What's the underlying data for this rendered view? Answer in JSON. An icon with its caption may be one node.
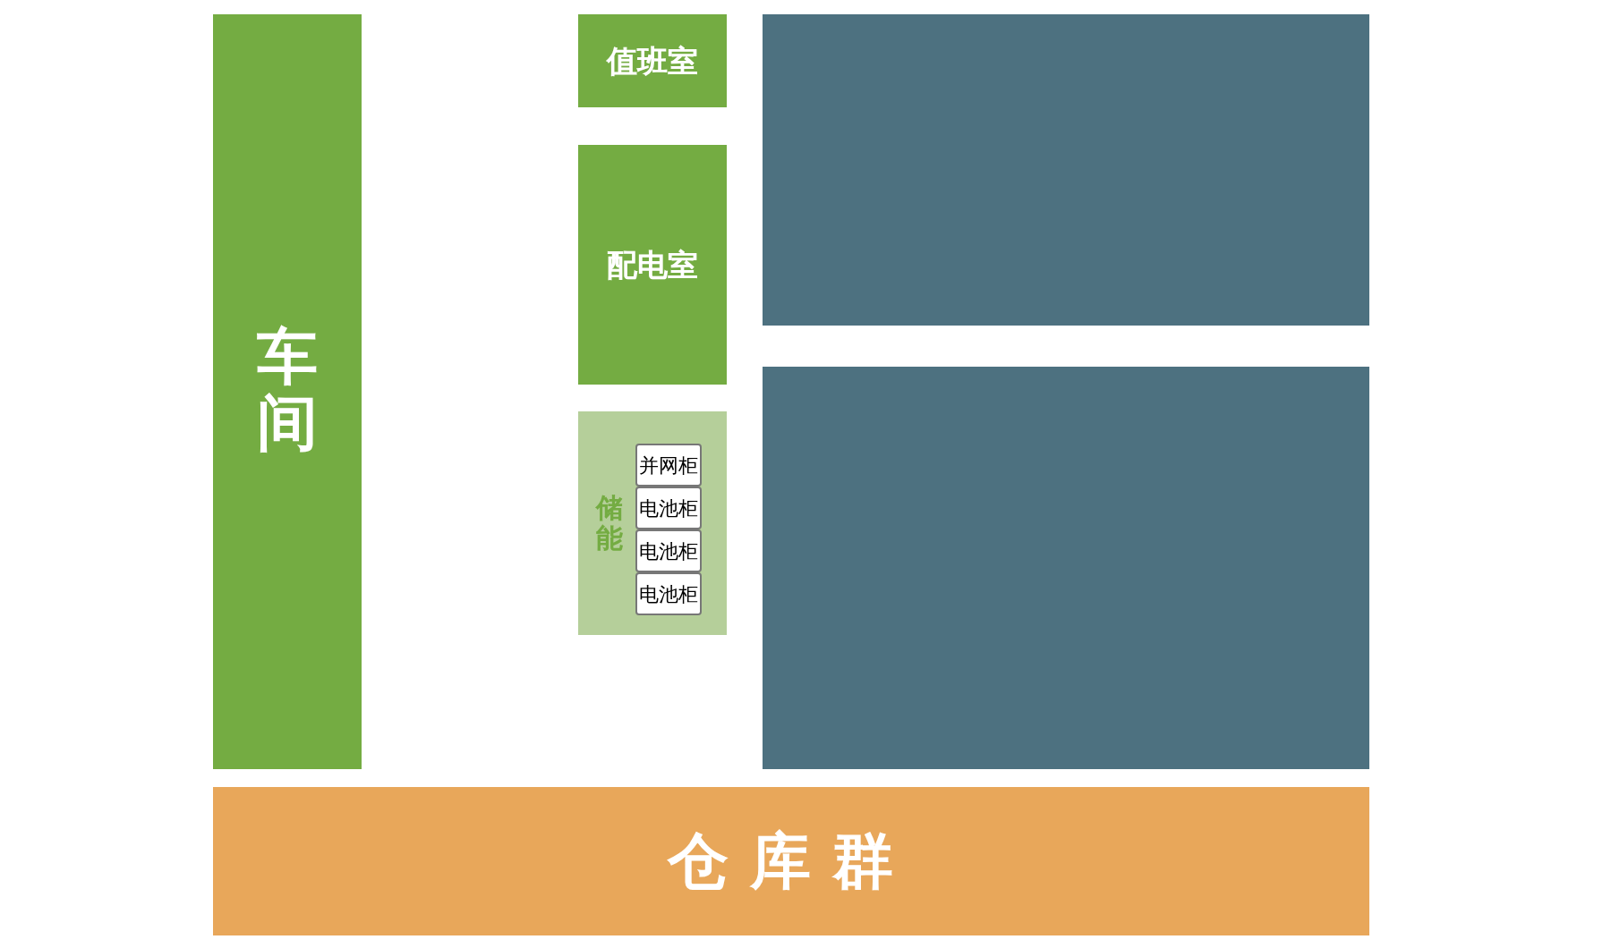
{
  "diagram": {
    "nodes": [
      {
        "text": [
          "车间"
        ]
      },
      {
        "text": [
          "值班室"
        ]
      },
      {
        "text": [
          "配电室"
        ]
      },
      {
        "text": [
          "储能"
        ]
      },
      {
        "text": [
          "并网柜"
        ],
        "in": 3
      },
      {
        "text": [
          "电池柜"
        ],
        "in": 3
      },
      {
        "text": [
          "电池柜"
        ],
        "in": 3
      },
      {
        "text": [
          "电池柜"
        ],
        "in": 3
      },
      {
        "text": [],
        "shape": "box"
      },
      {
        "text": [],
        "shape": "box"
      },
      {
        "text": [
          "仓库群"
        ]
      }
    ]
  }
}
